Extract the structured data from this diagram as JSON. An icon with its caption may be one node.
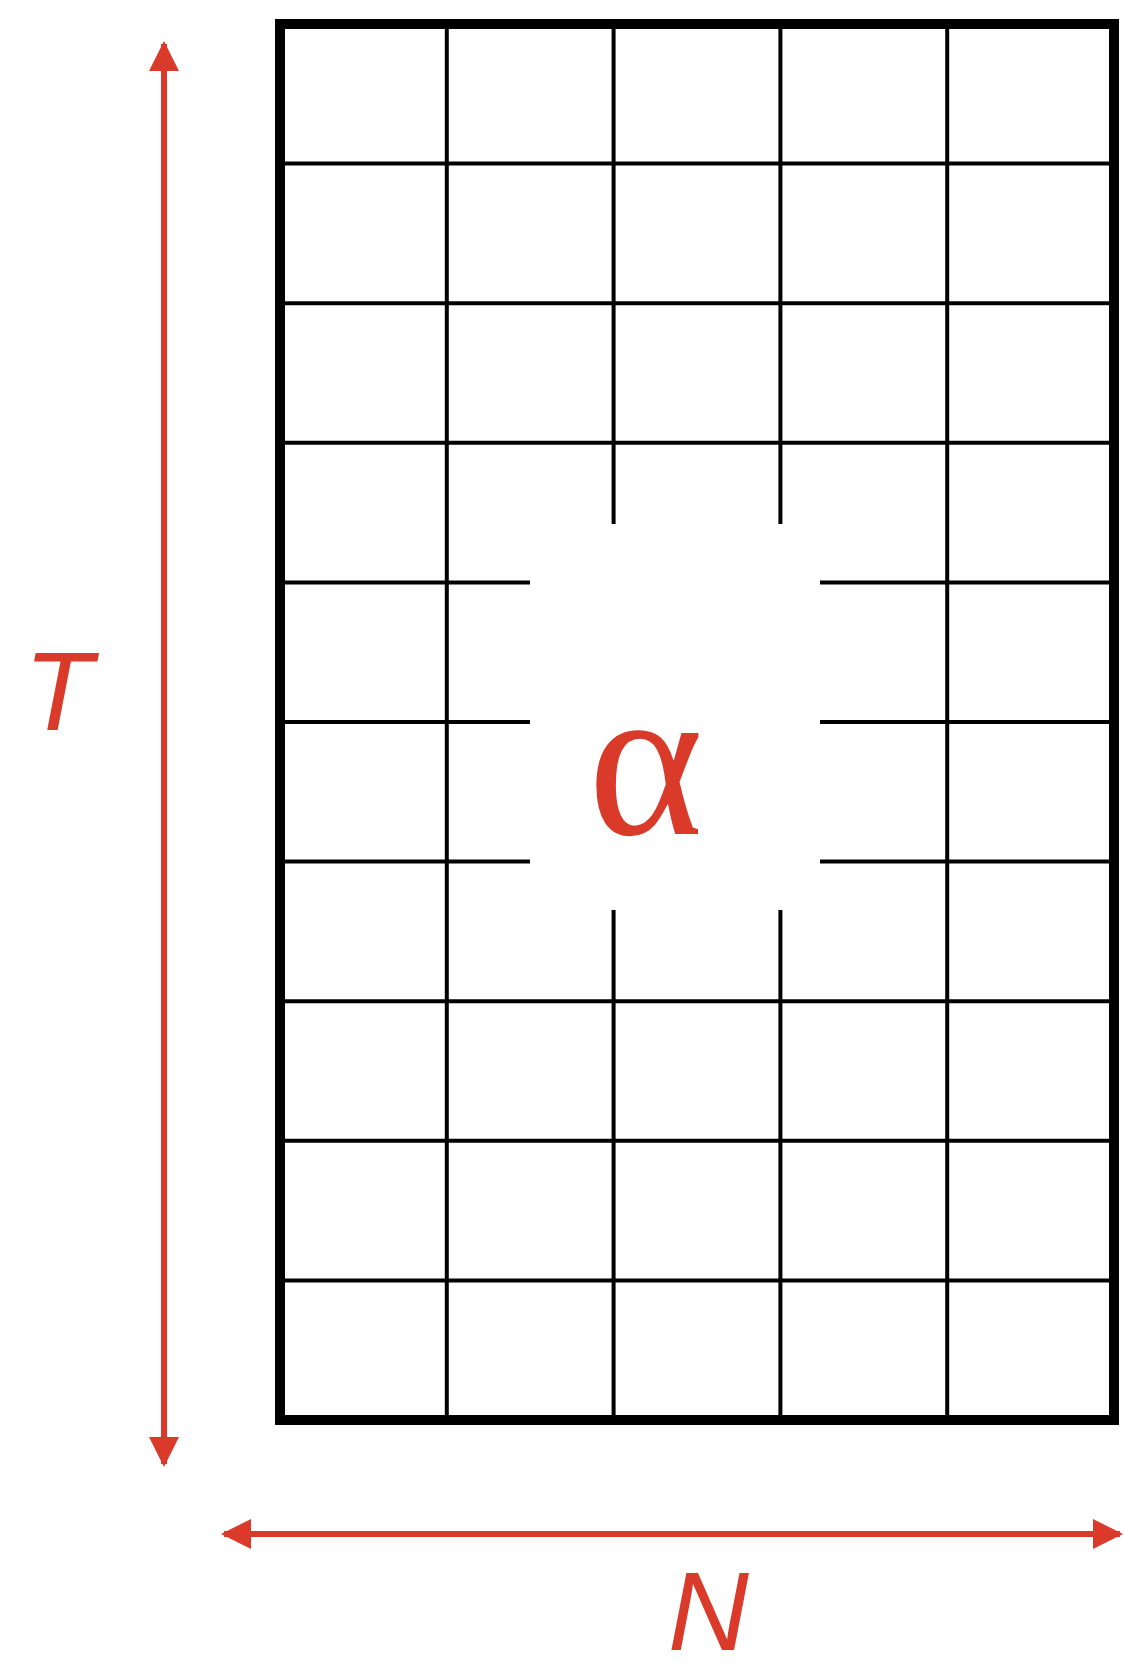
{
  "diagram": {
    "labels": [
      "T",
      "α",
      "N"
    ]
  }
}
